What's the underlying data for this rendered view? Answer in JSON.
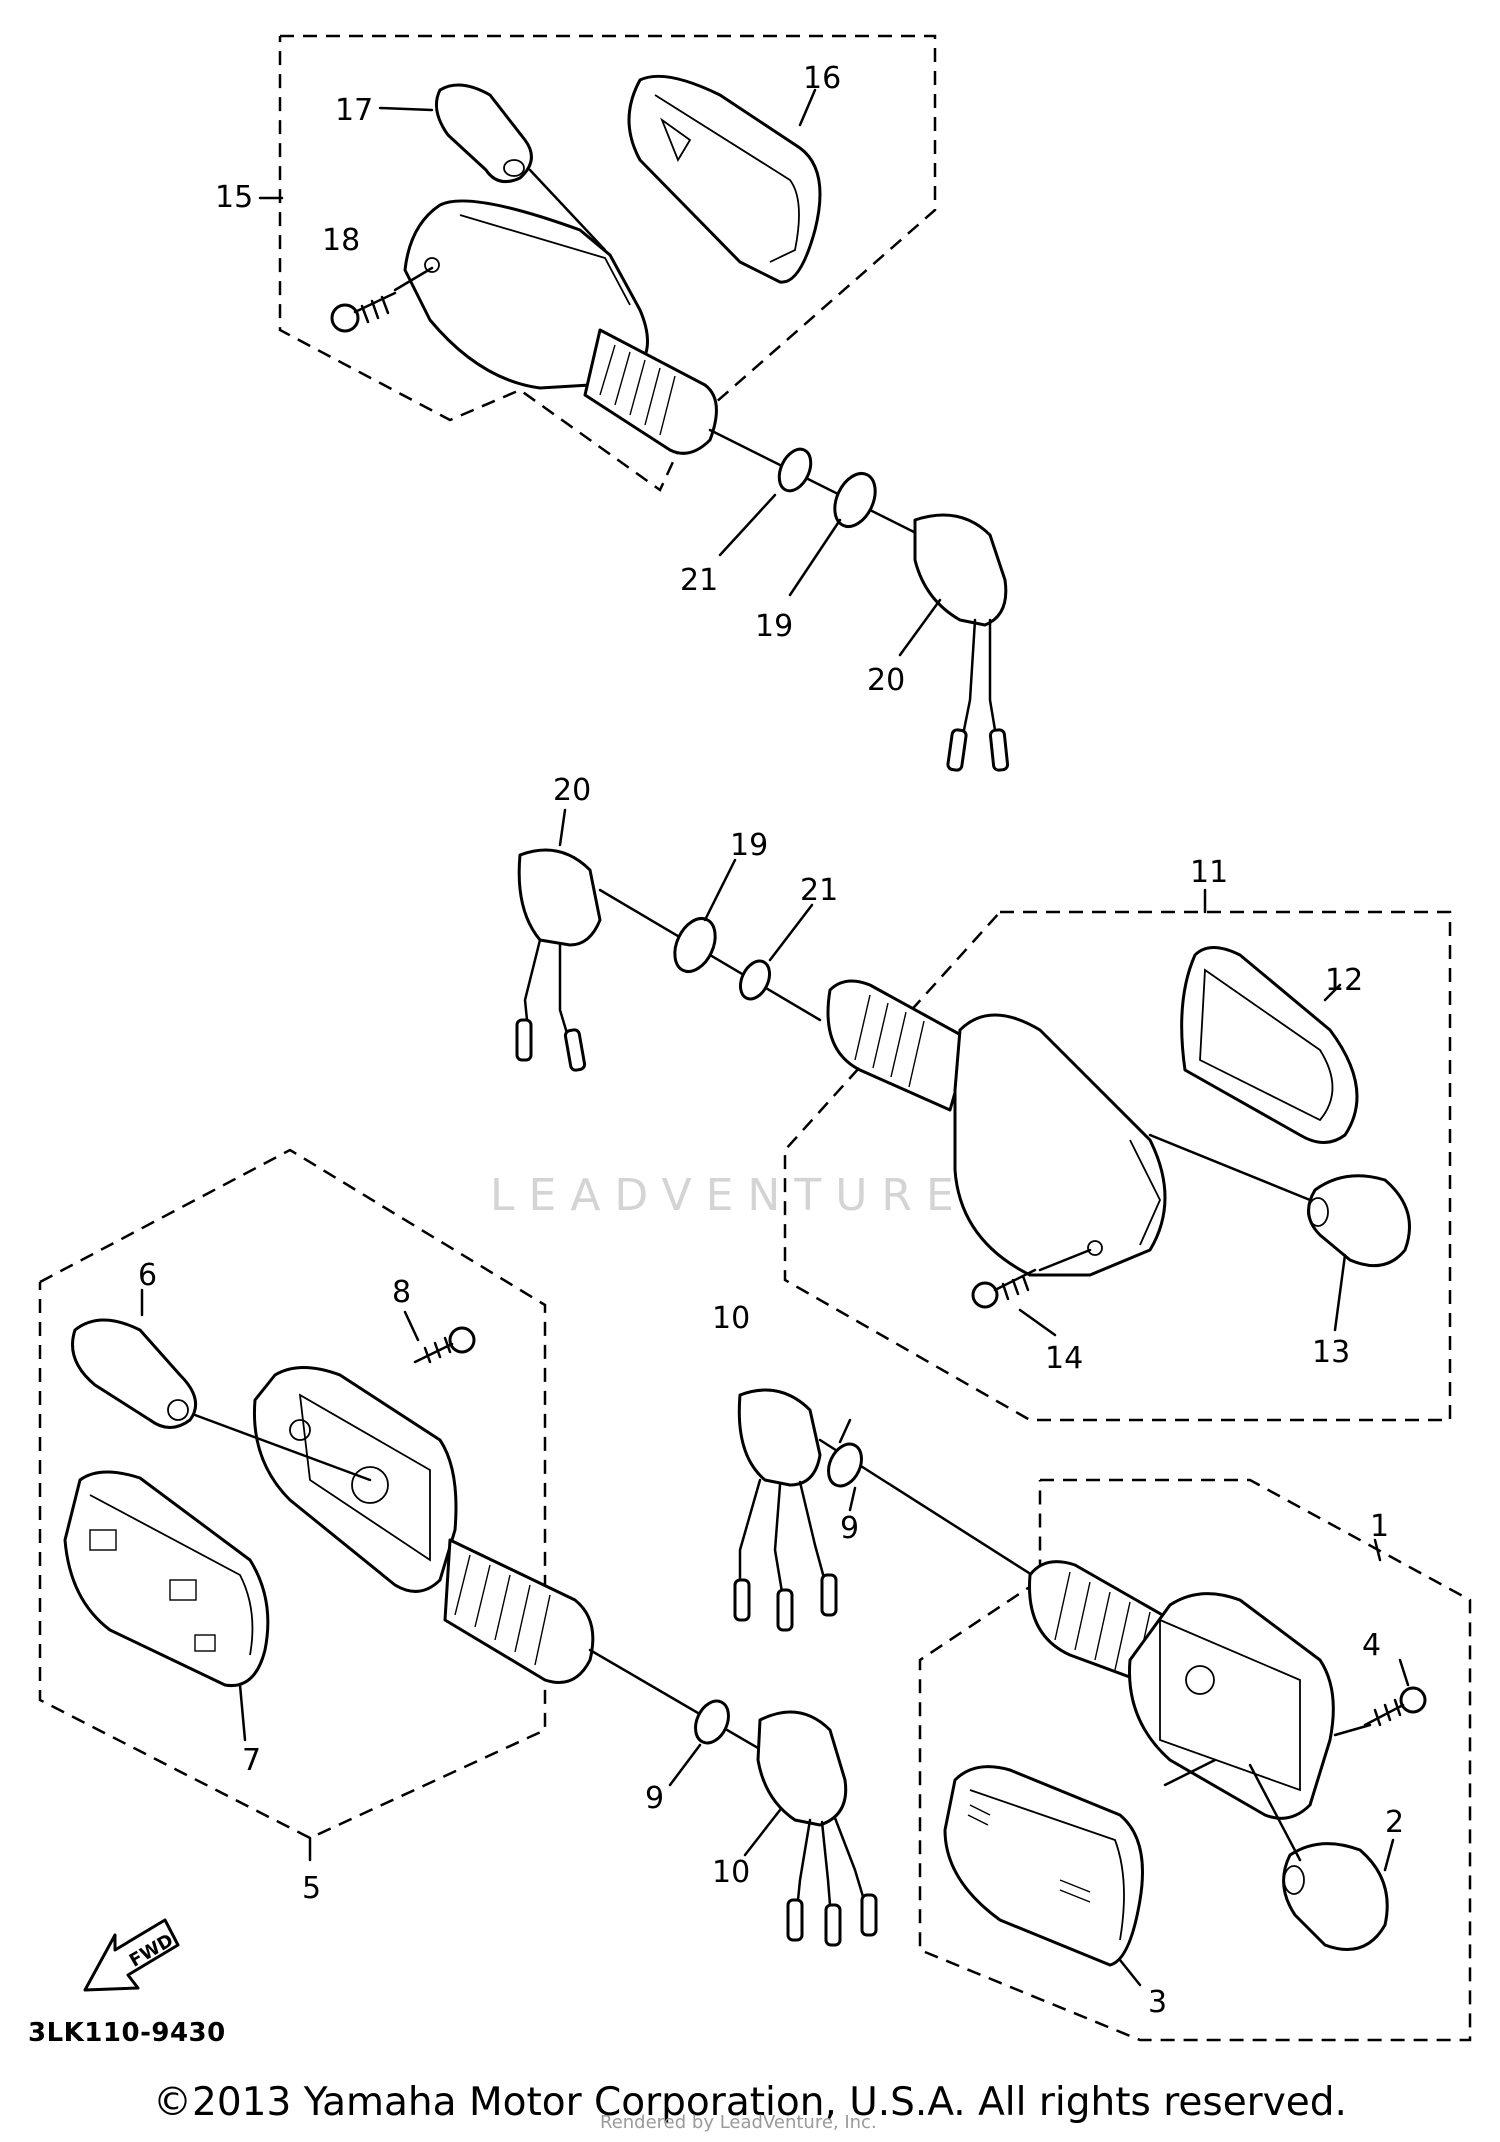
{
  "diagram": {
    "part_labels": {
      "p1": "1",
      "p2": "2",
      "p3": "3",
      "p4": "4",
      "p5": "5",
      "p6": "6",
      "p7": "7",
      "p8": "8",
      "p9a": "9",
      "p9b": "9",
      "p10a": "10",
      "p10b": "10",
      "p11": "11",
      "p12": "12",
      "p13": "13",
      "p14": "14",
      "p15": "15",
      "p16": "16",
      "p17": "17",
      "p18": "18",
      "p19a": "19",
      "p19b": "19",
      "p20a": "20",
      "p20b": "20",
      "p21a": "21",
      "p21b": "21"
    },
    "fwd_label": "FWD",
    "part_code": "3LK110-9430",
    "watermark": "LEADVENTURE",
    "copyright": "©2013 Yamaha Motor Corporation, U.S.A. All rights reserved.",
    "render_note": "Rendered by LeadVenture, Inc."
  }
}
